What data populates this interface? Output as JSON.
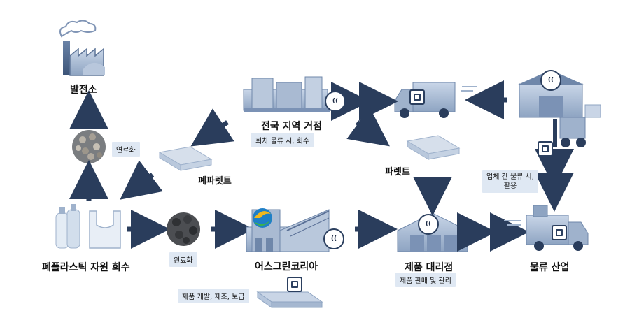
{
  "nodes": {
    "power_plant": "발전소",
    "fuel_tag": "연료화",
    "waste_pallet": "폐파렛트",
    "plastic_collection": "폐플라스틱 자원 회수",
    "raw_material_tag": "원료화",
    "earth_green": "어스그린코리아",
    "earth_green_tag": "제품 개발, 제조, 보급",
    "national_hub": "전국 지역 거점",
    "national_hub_tag": "회차 물류 시, 회수",
    "pallet": "파렛트",
    "dealer": "제품 대리점",
    "dealer_tag": "제품 판매 및 관리",
    "logistics": "물류  산업",
    "inter_company_tag": "업체 간 물류 시,\n활용"
  },
  "icons": {
    "nfc": "nfc-icon",
    "rfid": "rfid-tag-icon"
  },
  "colors": {
    "arrow": "#2a3d5c",
    "tag_bg": "#dfe8f3",
    "building": "#8ea4c2"
  }
}
